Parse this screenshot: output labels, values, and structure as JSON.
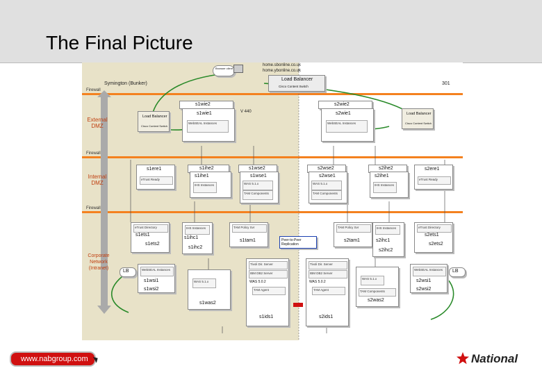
{
  "slide_title": "The Final Picture",
  "site_left": "Symington (Bunker)",
  "site_right": "301",
  "domains": [
    "home.sbonline.co.uk",
    "home.ybonline.co.uk"
  ],
  "top": {
    "browser_label": "Browser client",
    "load_balancer": "Load Balancer",
    "lb_sub": "Cisco Content Switch"
  },
  "firewall_label": "Firewall",
  "zones": {
    "external": "External DMZ",
    "internal": "Internal DMZ",
    "corporate": "Corporate Network (Intranet)"
  },
  "left": {
    "lb_title": "Load Balancer",
    "lb_sub": "Cisco Content Switch",
    "s1wie2": "s1wie2",
    "s1wie1": "s1wie1",
    "v440": "V 440",
    "webseal_inst": "WebSEAL Instances",
    "s1ere1": "s1ere1",
    "s1ihe2": "s1ihe2",
    "s1ihe1": "s1ihe1",
    "s1wse2": "s1wse2",
    "s1wse1": "s1wse1",
    "etrust_ready": "eTrust Ready",
    "ihs_instances": "IHS Instances",
    "was51x": "WAS 5.1.x",
    "tam_components": "TAM Components",
    "etrust_dir": "eTrust Directory",
    "s1ets1": "s1ets1",
    "s1ets2": "s1ets2",
    "s1ihc1": "s1ihc1",
    "s1ihc2": "s1ihc2",
    "tam_policy": "TAM Policy Svr",
    "s1tam1": "s1tam1",
    "webseal_inst2": "WebSEAL Instances",
    "s1wsi1": "s1wsi1",
    "s1wsi2": "s1wsi2",
    "s1was2": "s1was2",
    "lb_small": "LB",
    "tivoli_dir": "Tivoli Dir. Server",
    "ibm_db2": "IBM DB2 Server",
    "was502": "WAS 5.0.2",
    "tam_agent": "TAM Agent",
    "s1ids1": "s1ids1"
  },
  "right": {
    "lb_title": "Load Balancer",
    "lb_sub": "Cisco Content Switch",
    "s2wie2": "s2wie2",
    "s2wie1": "s2wie1",
    "webseal_inst": "WebSEAL Instances",
    "s2wse2": "s2wse2",
    "s2wse1": "s2wse1",
    "s2ihe2": "s2ihe2",
    "s2ihe1": "s2ihe1",
    "s2ere1": "s2ere1",
    "etrust_ready": "eTrust Ready",
    "ihs_instances": "IHS Instances",
    "was51x": "WAS 5.1.x",
    "tam_components": "TAM Components",
    "tam_policy": "TAM Policy Svr",
    "s2tam1": "s2tam1",
    "s2ihc1": "s2ihc1",
    "s2ihc2": "s2ihc2",
    "etrust_dir": "eTrust Directory",
    "s2ets1": "s2ets1",
    "s2ets2": "s2ets2",
    "tivoli_dir": "Tivoli Dir. Server",
    "ibm_db2": "IBM DB2 Server",
    "was502": "WAS 5.0.2",
    "tam_agent": "TAM Agent",
    "s2ids1": "s2ids1",
    "s2was2": "s2was2",
    "webseal_inst2": "WebSEAL Instances",
    "s2wsi1": "s2wsi1",
    "s2wsi2": "s2wsi2",
    "lb_small": "LB"
  },
  "peer": "Peer-to-Peer Replication",
  "footer": {
    "url": "www.nabgroup.com",
    "brand": "National"
  },
  "colors": {
    "firewall": "#f4811f",
    "zone_text": "#c04010",
    "peer_box": "#1a3fb0",
    "brand_red": "#d01010"
  }
}
